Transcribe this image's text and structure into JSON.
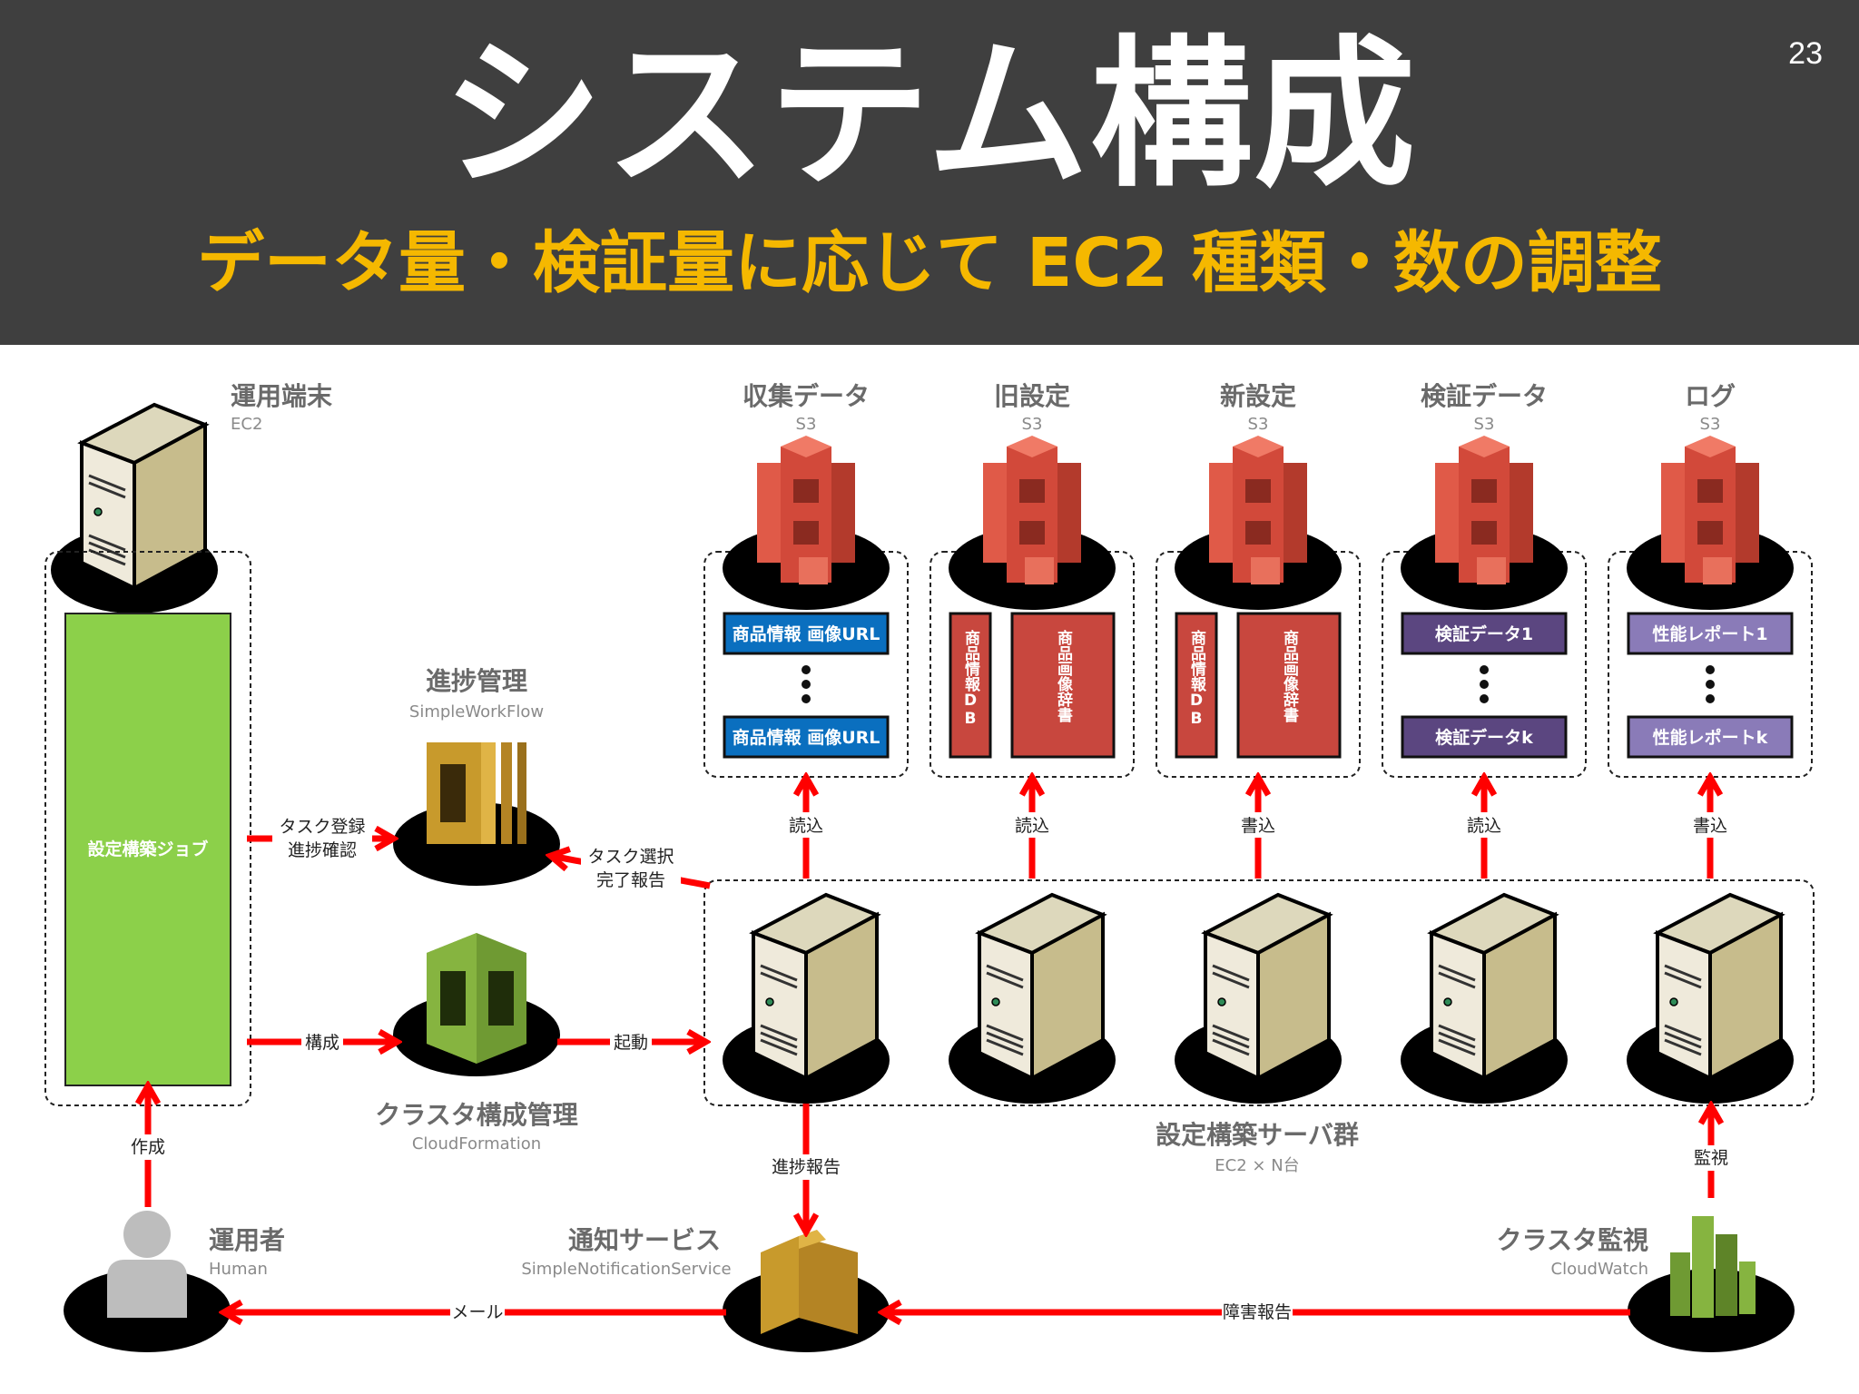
{
  "page": {
    "title": "システム構成",
    "subtitle": "データ量・検証量に応じて EC2 種類・数の調整",
    "page_number": "23"
  },
  "colors": {
    "header_bg": "#3f3f3f",
    "subtitle": "#f5b800",
    "arrow": "#ff0000",
    "s3_red": "#d2493a",
    "job_green": "#8cd04a",
    "blue_box": "#0a6fbf",
    "red_box": "#c8473e",
    "purple_box": "#5b4680",
    "lavender_box": "#8a7bb8"
  },
  "operator_terminal": {
    "title": "運用端末",
    "subtitle": "EC2",
    "job_label": "設定構築ジョブ",
    "icon": "server-icon"
  },
  "progress_mgmt": {
    "title": "進捗管理",
    "subtitle": "SimpleWorkFlow",
    "icon": "swf-icon"
  },
  "cluster_mgmt": {
    "title": "クラスタ構成管理",
    "subtitle": "CloudFormation",
    "icon": "cloudformation-icon"
  },
  "server_group": {
    "title": "設定構築サーバ群",
    "subtitle": "EC2 × N台"
  },
  "notification": {
    "title": "通知サービス",
    "subtitle": "SimpleNotificationService",
    "icon": "sns-icon"
  },
  "cluster_monitor": {
    "title": "クラスタ監視",
    "subtitle": "CloudWatch",
    "icon": "cloudwatch-icon"
  },
  "operator": {
    "title": "運用者",
    "subtitle": "Human",
    "icon": "person-icon"
  },
  "buckets": [
    {
      "title": "収集データ",
      "subtitle": "S3",
      "type": "list",
      "top": "商品情報 画像URL",
      "bottom": "商品情報 画像URL",
      "arrow_label": "読込"
    },
    {
      "title": "旧設定",
      "subtitle": "S3",
      "type": "vertical",
      "left": "商品情報DB",
      "right": "商品画像辞書",
      "arrow_label": "読込"
    },
    {
      "title": "新設定",
      "subtitle": "S3",
      "type": "vertical",
      "left": "商品情報DB",
      "right": "商品画像辞書",
      "arrow_label": "書込"
    },
    {
      "title": "検証データ",
      "subtitle": "S3",
      "type": "list",
      "top": "検証データ1",
      "bottom": "検証データk",
      "arrow_label": "読込"
    },
    {
      "title": "ログ",
      "subtitle": "S3",
      "type": "list",
      "top": "性能レポート1",
      "bottom": "性能レポートk",
      "arrow_label": "書込"
    }
  ],
  "arrows": {
    "task_register": "タスク登録",
    "progress_check": "進捗確認",
    "task_select": "タスク選択",
    "completion_report": "完了報告",
    "configure": "構成",
    "launch": "起動",
    "create": "作成",
    "progress_report": "進捗報告",
    "monitor": "監視",
    "mail": "メール",
    "failure_report": "障害報告"
  }
}
